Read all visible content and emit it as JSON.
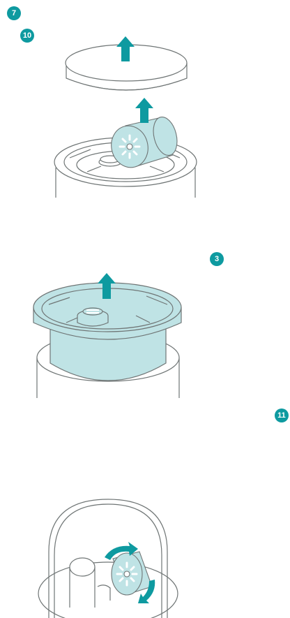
{
  "colors": {
    "accent": "#0e9aa0",
    "part_fill": "#bfe3e5",
    "outline": "#6f7575"
  },
  "badges": {
    "step_7": "7",
    "step_10": "10",
    "step_3": "3",
    "step_11": "11"
  },
  "icons": {
    "up_arrow": "up-arrow-icon",
    "rotate_arrow": "rotate-arrow-icon"
  }
}
